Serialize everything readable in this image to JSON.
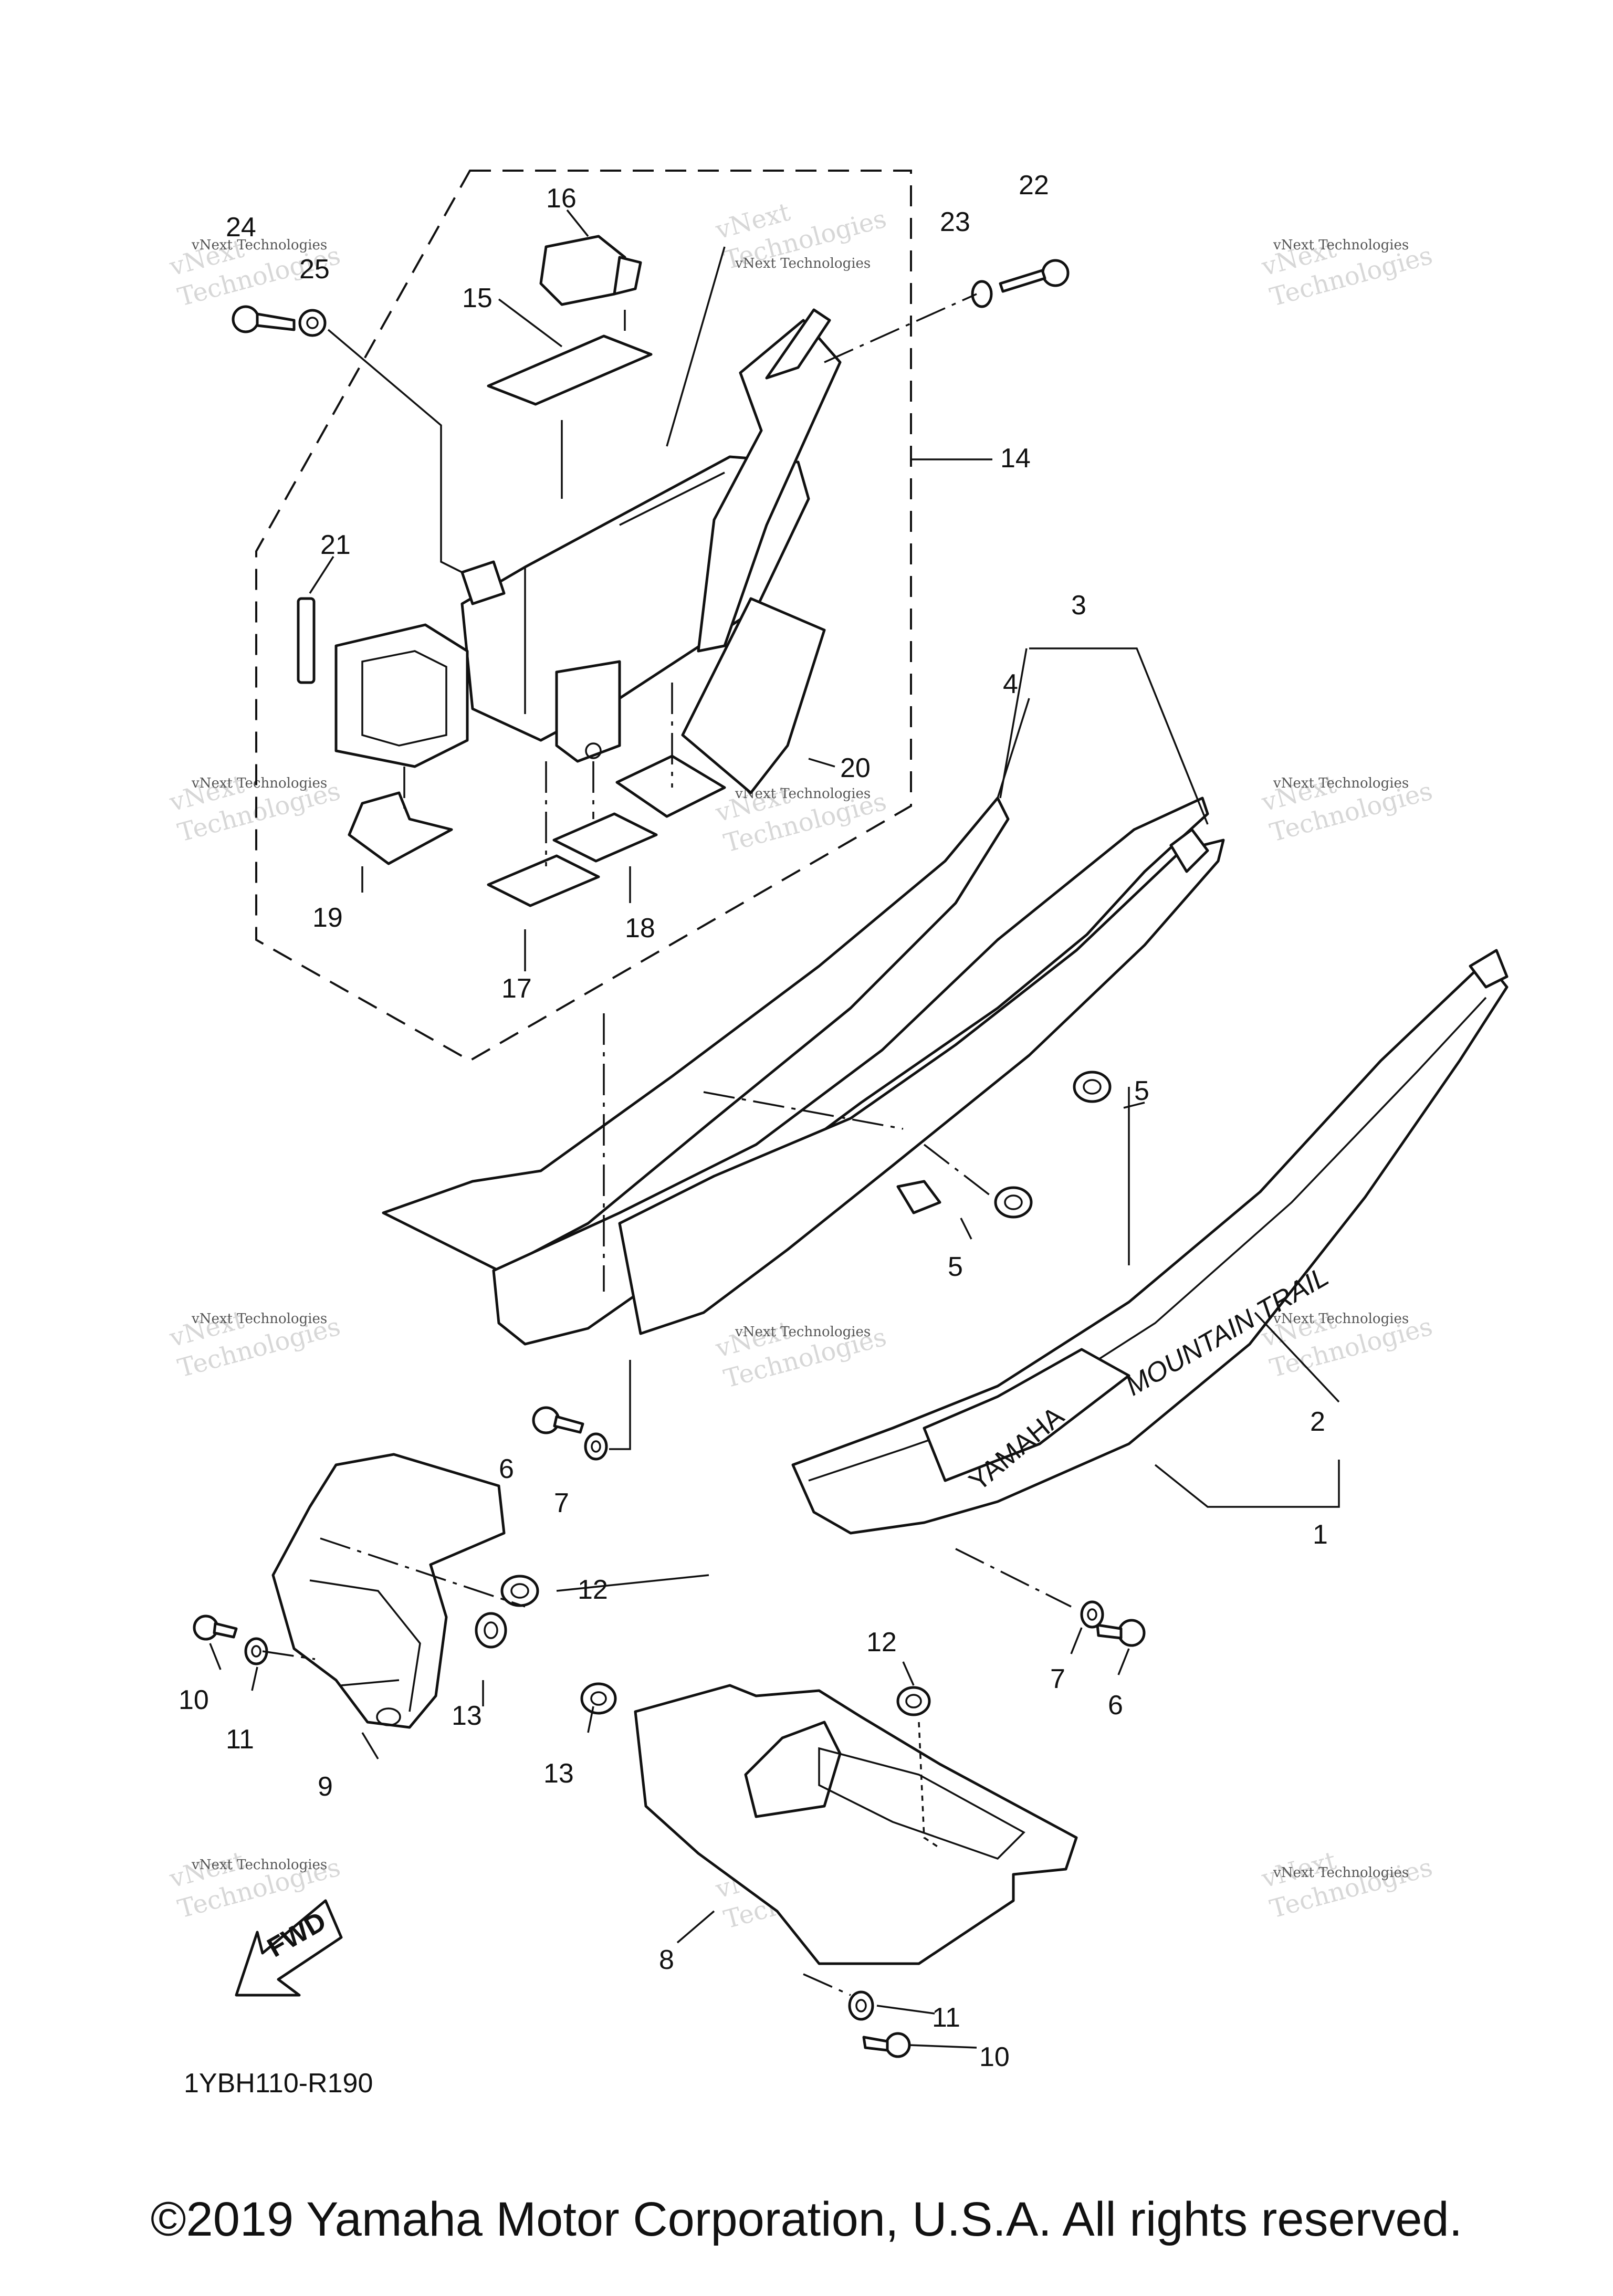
{
  "callouts": [
    "1",
    "2",
    "3",
    "4",
    "5",
    "5",
    "6",
    "6",
    "7",
    "7",
    "8",
    "9",
    "10",
    "10",
    "11",
    "11",
    "12",
    "12",
    "13",
    "13",
    "14",
    "15",
    "16",
    "17",
    "18",
    "19",
    "20",
    "21",
    "22",
    "23",
    "24",
    "25"
  ],
  "watermark": {
    "line1": "vNext",
    "line2": "Technologies",
    "line3": "vNext Technologies"
  },
  "direction_label": "FWD",
  "decal_text": {
    "brand": "YAMAHA",
    "model": "MOUNTAIN TRAIL"
  },
  "diagram_code": "1YBH110-R190",
  "copyright": "©2019 Yamaha Motor Corporation, U.S.A. All rights reserved."
}
